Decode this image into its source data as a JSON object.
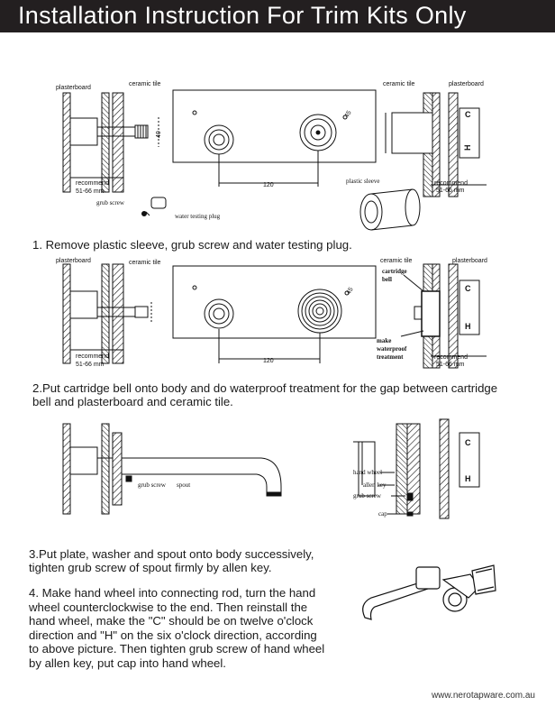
{
  "title": "Installation Instruction For Trim Kits Only",
  "fig1": {
    "left_plasterboard": "plasterboard",
    "left_ceramic": "ceramic tile",
    "left_recommend": "recommend",
    "left_range": "51-66 mm",
    "grub_screw": "grub screw",
    "water_plug": "water testing plug",
    "dim_40": "40",
    "dim_120": "120",
    "dim_45": "45",
    "right_ceramic": "ceramic tile",
    "right_plasterboard": "plasterboard",
    "right_recommend": "recommend",
    "right_range": "51-66 mm",
    "plastic_sleeve": "plastic sleeve"
  },
  "step1": "1. Remove plastic sleeve, grub screw and water testing plug.",
  "fig2": {
    "left_plasterboard": "plasterboard",
    "left_ceramic": "ceramic tile",
    "left_recommend": "recommend",
    "left_range": "51-66 mm",
    "dim_120": "120",
    "dim_45": "45",
    "right_ceramic": "ceramic tile",
    "right_plasterboard": "plasterboard",
    "cartridge_bell_1": "cartridge",
    "cartridge_bell_2": "bell",
    "waterproof_1": "make",
    "waterproof_2": "waterproof",
    "waterproof_3": "treatment",
    "right_recommend": "recommend",
    "right_range": "51-66 mm"
  },
  "step2_line1": "2.Put cartridge bell onto body and do waterproof treatment for the gap between cartridge",
  "step2_line2": "bell and plasterboard and ceramic tile.",
  "fig3": {
    "grub_screw": "grub screw",
    "spout": "spout",
    "hand_wheel": "hand wheel",
    "allen_key": "allen key",
    "grub_screw_right": "grub screw",
    "cap": "cap"
  },
  "step3_line1": "3.Put plate, washer and spout onto body successively,",
  "step3_line2": "tighten grub screw of spout firmly by allen key.",
  "step4_lines": [
    "4. Make hand wheel into connecting rod, turn the hand",
    "wheel counterclockwise to the end. Then reinstall the",
    "hand wheel, make the \"C\" should be on twelve o'clock",
    "direction and \"H\" on the six o'clock direction, according",
    "to above picture. Then tighten grub screw of hand wheel",
    "by allen key, put cap into hand wheel."
  ],
  "hc_labels": {
    "c": "C",
    "h": "H"
  },
  "footer": "www.nerotapware.com.au",
  "colors": {
    "header_bg": "#231f20",
    "header_text": "#ffffff",
    "line": "#111111"
  }
}
